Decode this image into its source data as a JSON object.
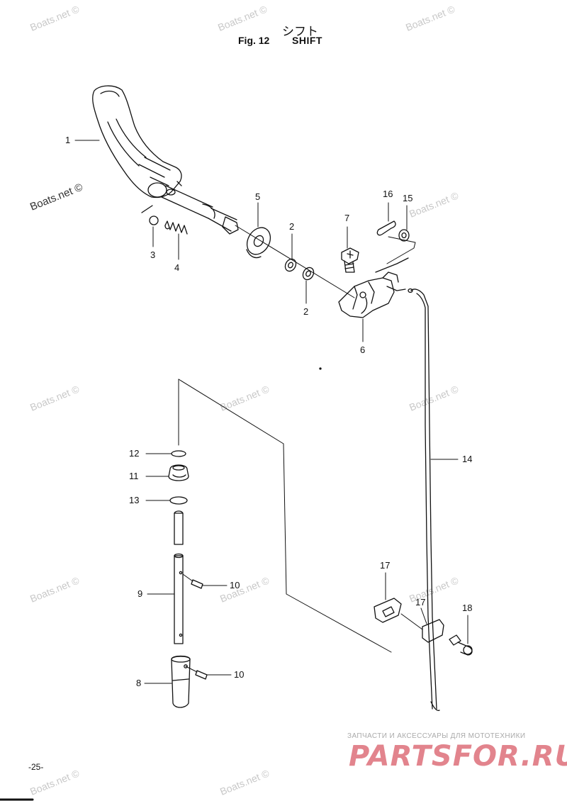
{
  "header": {
    "title_jp": "シフト",
    "fig_label": "Fig. 12",
    "title_en": "SHIFT"
  },
  "watermarks": [
    "Boats.net ©",
    "Boats.net ©",
    "Boats.net ©",
    "Boats.net ©",
    "Boats.net ©",
    "Boats.net ©",
    "Boats.net ©",
    "Boats.net ©",
    "Boats.net ©",
    "Boats.net ©",
    "Boats.net ©",
    "Boats.net ©"
  ],
  "watermark_dark": "Boats.net ©",
  "callouts": {
    "c1": "1",
    "c2a": "2",
    "c2b": "2",
    "c3": "3",
    "c4": "4",
    "c5": "5",
    "c6": "6",
    "c7": "7",
    "c8": "8",
    "c9": "9",
    "c10a": "10",
    "c10b": "10",
    "c11": "11",
    "c12": "12",
    "c13": "13",
    "c14": "14",
    "c15": "15",
    "c16": "16",
    "c17a": "17",
    "c17b": "17",
    "c18": "18"
  },
  "footer": {
    "page_number": "-25-",
    "promo_text": "ЗАПЧАСТИ И АКСЕССУАРЫ ДЛЯ МОТОТЕХНИКИ",
    "promo_logo": "PARTSFOR.RU"
  }
}
